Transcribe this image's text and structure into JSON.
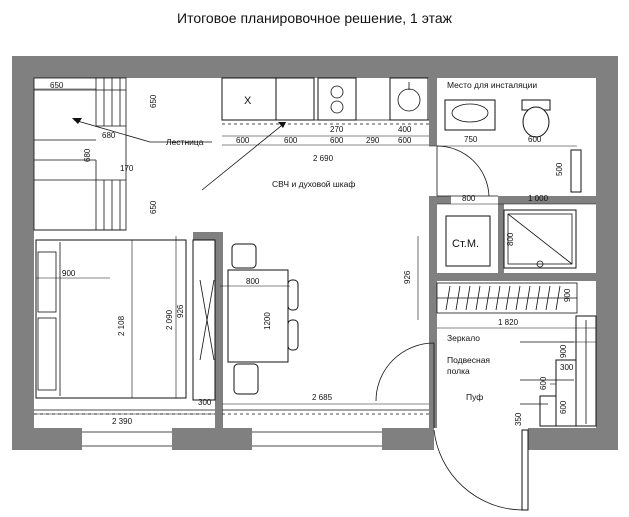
{
  "title": "Итоговое планировочное решение, 1 этаж",
  "labels": {
    "stairs": "Лестница",
    "oven": "СВЧ и духовой шкаф",
    "install_place": "Место для инсталяции",
    "washer": "Ст.М.",
    "mirror": "Зеркало",
    "shelf_line1": "Подвесная",
    "shelf_line2": "полка",
    "pouf": "Пуф",
    "sink_mark": "X"
  },
  "dimensions": {
    "stair_top": "650",
    "stair_650_right": "650",
    "stair_680": "680",
    "stair_680_v": "680",
    "stair_170": "170",
    "stair_650_lower": "650",
    "kitchen_600_a": "600",
    "kitchen_600_b": "600",
    "kitchen_270": "270",
    "kitchen_600_c": "600",
    "kitchen_290": "290",
    "kitchen_400": "400",
    "kitchen_600_d": "600",
    "kitchen_total": "2 690",
    "bath_750": "750",
    "bath_600": "600",
    "bath_500": "500",
    "door_800": "800",
    "shower_1000": "1 000",
    "shower_800": "800",
    "hall_926": "926",
    "closet_900": "900",
    "hall_1820": "1 820",
    "bed_900": "900",
    "bed_2108": "2 108",
    "bed_2090": "2 090",
    "bed_926": "926",
    "bed_300": "300",
    "bed_2390": "2 390",
    "table_800": "800",
    "table_1200": "1200",
    "hall_2685": "2 685",
    "hall_900": "900",
    "hall_300": "300",
    "hall_600": "600",
    "hall_350": "350",
    "hall_600_b": "600"
  },
  "colors": {
    "wall": "#808080",
    "line": "#111111",
    "background": "#ffffff"
  }
}
